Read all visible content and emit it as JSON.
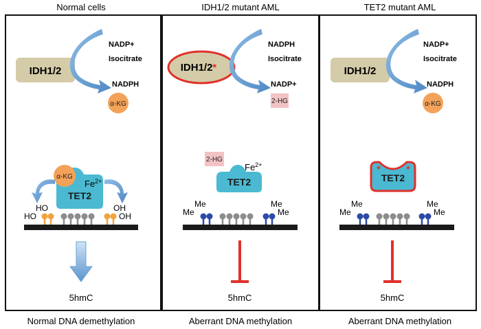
{
  "panels": [
    {
      "title": "Normal cells",
      "caption": "Normal DNA demethylation",
      "enzyme": "IDH1/2",
      "enzyme_star": "",
      "top_cofactor": "NADP+",
      "substrate": "Isocitrate",
      "bottom_cofactor": "NADPH",
      "product": "α-KG",
      "tet_label": "TET2",
      "tet_bound": "α-KG",
      "iron": "Fe",
      "iron_sup": "2+",
      "left_groups": [
        "HO",
        "HO"
      ],
      "right_groups": [
        "OH",
        "OH"
      ],
      "outcome": "5hmC"
    },
    {
      "title": "IDH1/2 mutant AML",
      "caption": "Aberrant DNA methylation",
      "enzyme": "IDH1/2",
      "enzyme_star": "*",
      "top_cofactor": "NADPH",
      "substrate": "Isocitrate",
      "bottom_cofactor": "NADP+",
      "product": "2-HG",
      "tet_label": "TET2",
      "tet_bound": "2-HG",
      "iron": "Fe",
      "iron_sup": "2+",
      "left_groups": [
        "Me",
        "Me"
      ],
      "right_groups": [
        "Me",
        "Me"
      ],
      "outcome": "5hmC"
    },
    {
      "title": "TET2 mutant AML",
      "caption": "Aberrant DNA methylation",
      "enzyme": "IDH1/2",
      "enzyme_star": "",
      "top_cofactor": "NADP+",
      "substrate": "Isocitrate",
      "bottom_cofactor": "NADPH",
      "product": "α-KG",
      "tet_label": "TET2",
      "tet_stars": [
        "*",
        "*"
      ],
      "left_groups": [
        "Me",
        "Me"
      ],
      "right_groups": [
        "Me",
        "Me"
      ],
      "outcome": "5hmC"
    }
  ],
  "colors": {
    "idh_fill": "#d4cba8",
    "idh_mutant_border": "#e0302a",
    "arrow_blue": "#6aa3d6",
    "akg_orange": "#f4a259",
    "hg_pink": "#f2c2c4",
    "tet2_cyan": "#4bb9d1",
    "methyl_blue": "#2d4aa8",
    "hydroxy_orange": "#f0a33e",
    "cytosine_gray": "#8c8c8c",
    "inhibit_red": "#e0302a",
    "dna_black": "#1a1a1a"
  }
}
